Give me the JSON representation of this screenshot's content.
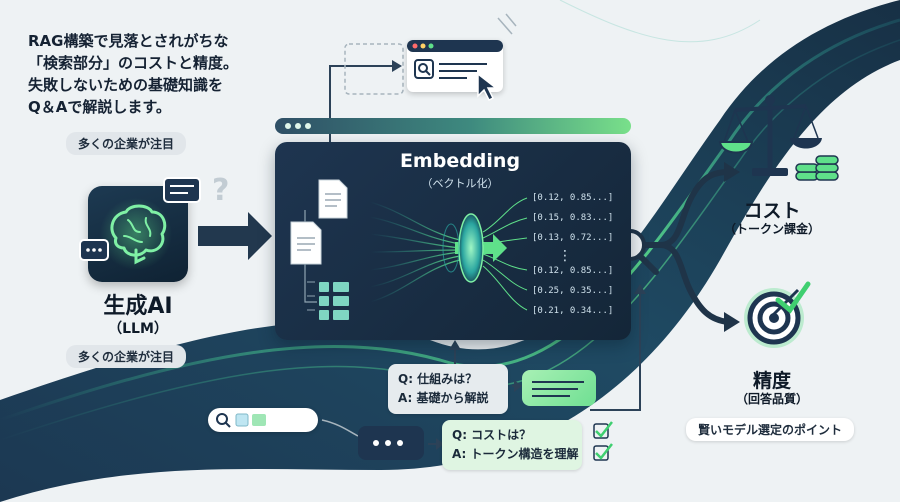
{
  "intro": {
    "line1": "RAG構築で見落とされがちな",
    "line2": "「検索部分」のコストと精度。",
    "line3": "失敗しないための基礎知識を",
    "line4": "Q＆Aで解説します。"
  },
  "left": {
    "badge_top": "多くの企業が注目",
    "title": "生成AI",
    "subtitle": "（LLM）",
    "badge_bottom": "多くの企業が注目"
  },
  "center": {
    "title": "Embedding",
    "subtitle": "（ベクトル化）",
    "vectors_top": [
      "[0.12, 0.85...]",
      "[0.15, 0.83...]",
      "[0.13, 0.72...]"
    ],
    "vectors_bottom": [
      "[0.12, 0.85...]",
      "[0.25, 0.35...]",
      "[0.21, 0.34...]"
    ]
  },
  "right": {
    "cost_title": "コスト",
    "cost_sub": "（トークン課金）",
    "precision_title": "精度",
    "precision_sub": "（回答品質）",
    "badge": "賢いモデル選定のポイント"
  },
  "qa": {
    "q1": "Q: 仕組みは？",
    "a1": "A: 基礎から解説",
    "q2": "Q: コストは？",
    "a2": "A: トークン構造を理解"
  },
  "colors": {
    "navy": "#1e3550",
    "accent_green": "#5fe08a",
    "teal": "#2aa5a0",
    "background": "#eef2f4"
  },
  "icons": [
    "brain-icon",
    "question-mark-icon",
    "document-icon",
    "search-icon",
    "cursor-icon",
    "scale-icon",
    "coins-icon",
    "target-icon",
    "checkmark-icon",
    "chat-bubble-icon"
  ]
}
